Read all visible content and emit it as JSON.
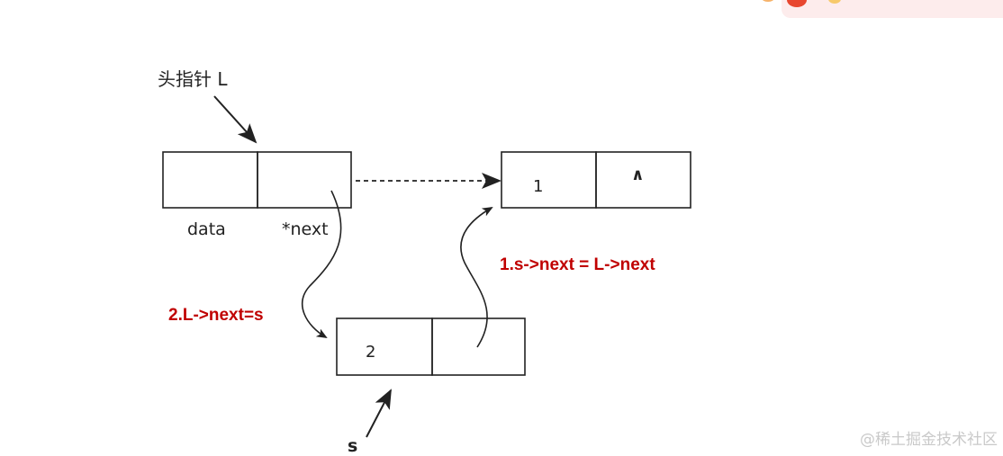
{
  "head_pointer_label": "头指针 L",
  "node_L": {
    "field_labels": [
      "data",
      "*next"
    ]
  },
  "node_1": {
    "value": "1",
    "next_value": "∧"
  },
  "node_s": {
    "value": "2",
    "pointer_label": "s"
  },
  "steps": [
    "1.s->next = L->next",
    "2.L->next=s"
  ],
  "watermark": "@稀土掘金技术社区",
  "colors": {
    "step_text": "#c00000",
    "line": "#222222",
    "badge": "#fdecec"
  }
}
